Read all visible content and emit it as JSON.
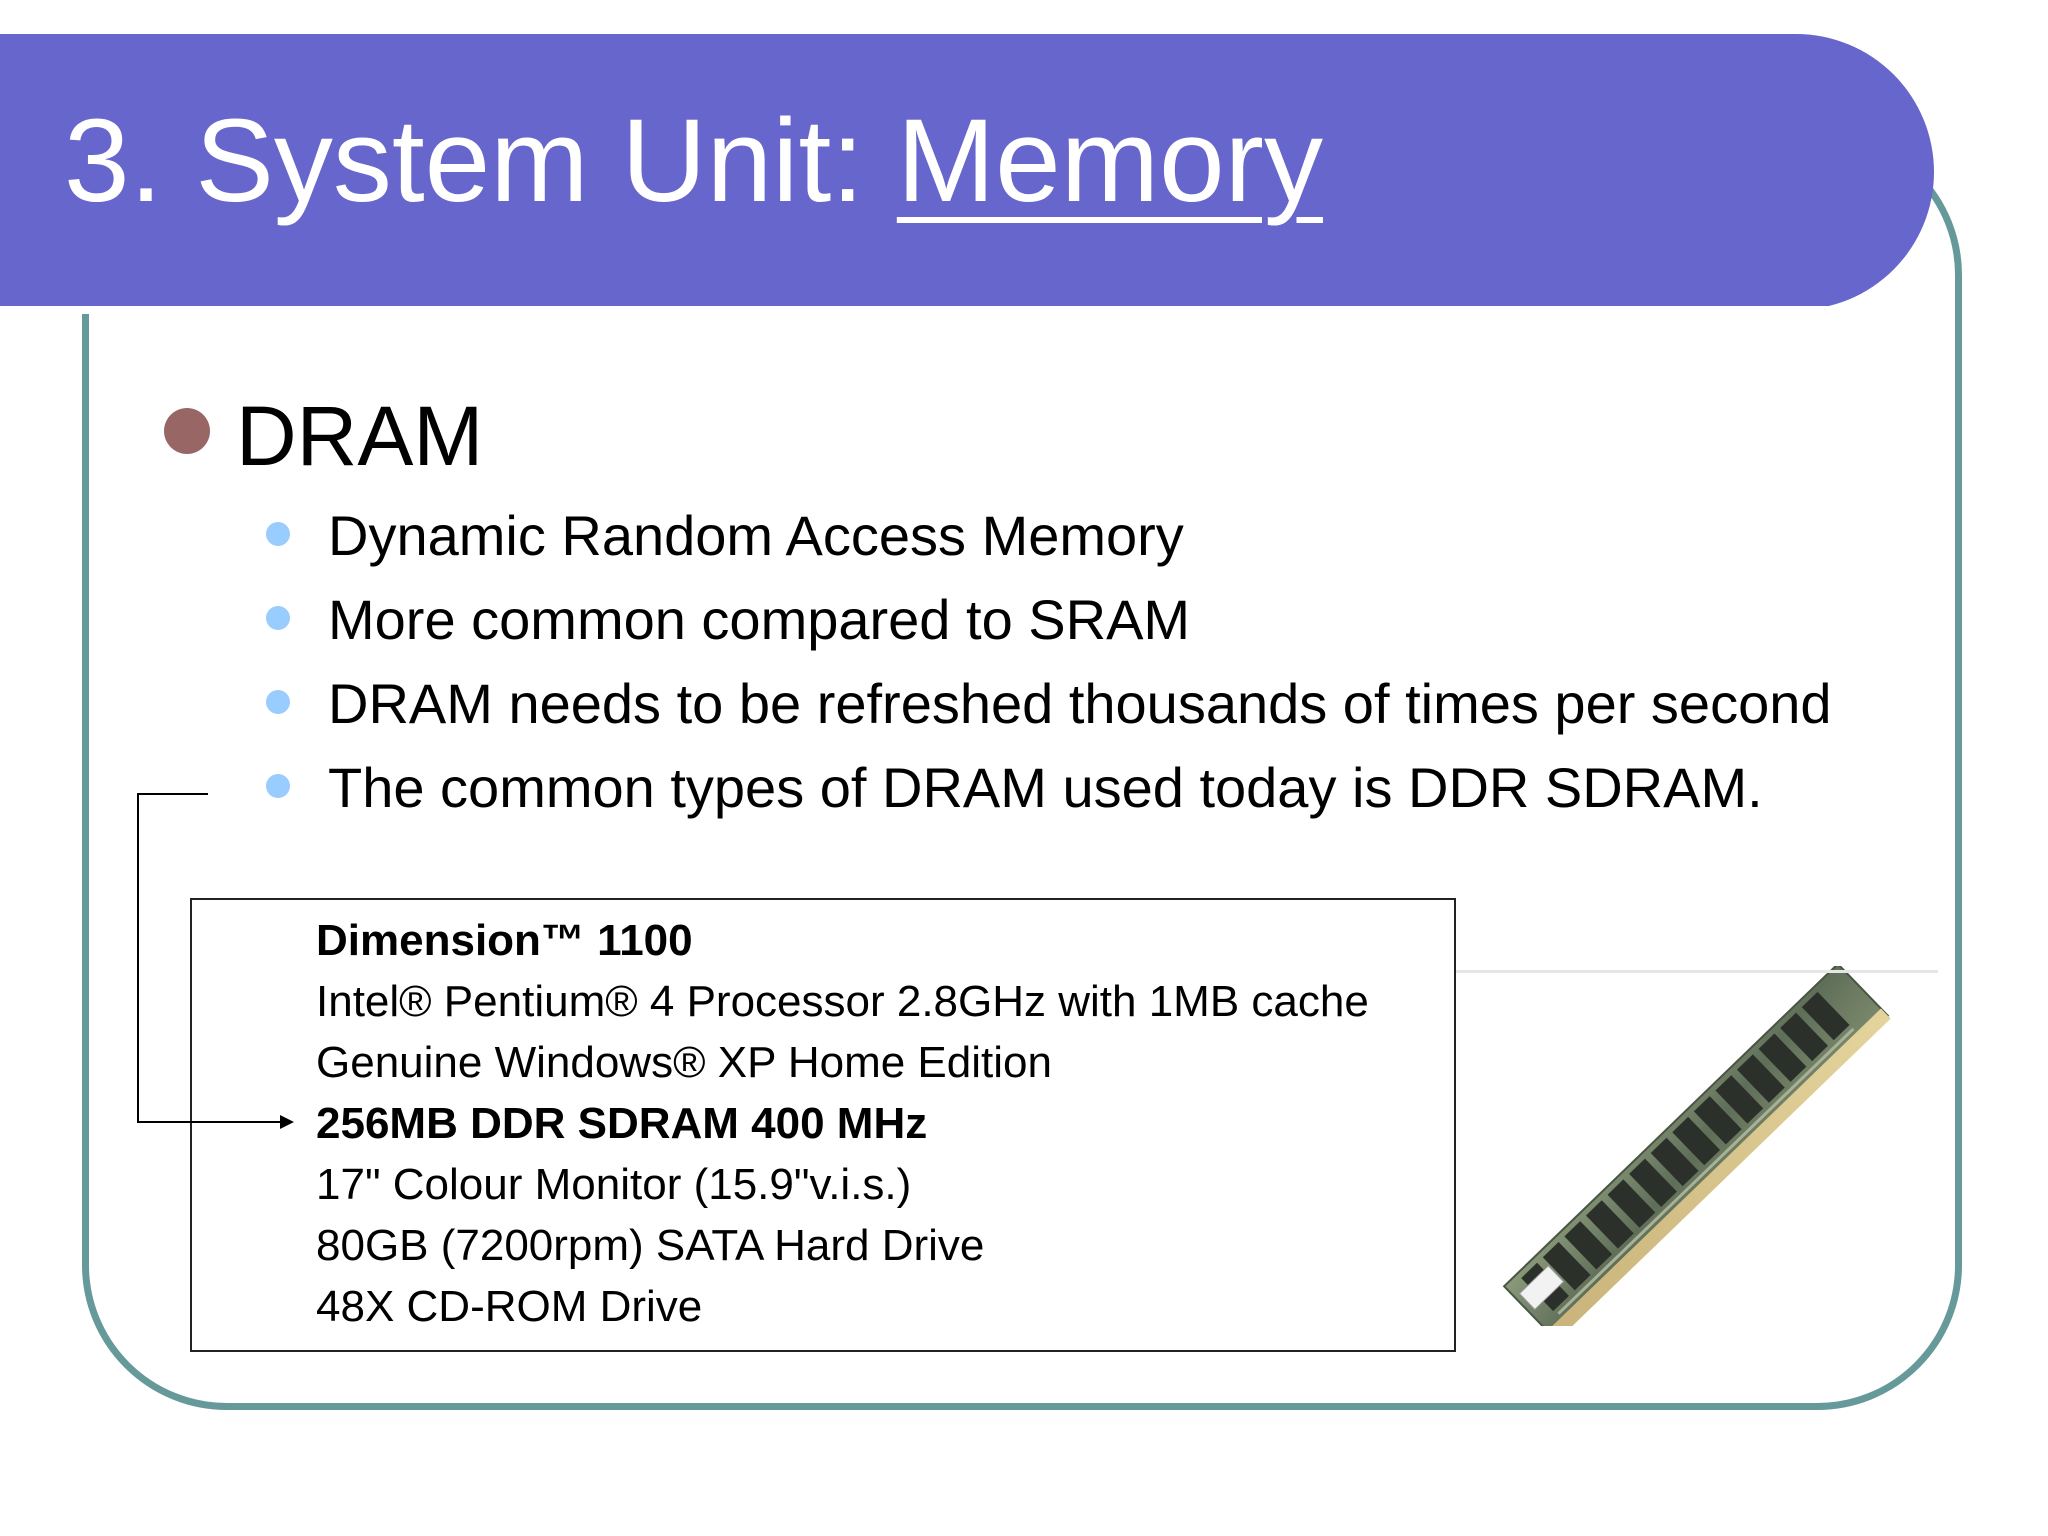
{
  "slide": {
    "title_prefix": "3. System Unit: ",
    "title_underlined": "Memory",
    "heading": "DRAM",
    "bullets": [
      "Dynamic Random Access Memory",
      "More common compared to SRAM",
      "DRAM needs to be refreshed thousands of times per second",
      "The common types of DRAM used today is DDR SDRAM."
    ]
  },
  "spec_box": {
    "lines": [
      {
        "text": "Dimension™ 1100",
        "bold": true
      },
      {
        "text": "Intel® Pentium® 4 Processor 2.8GHz with 1MB cache",
        "bold": false
      },
      {
        "text": "Genuine Windows® XP Home Edition",
        "bold": false
      },
      {
        "text": "256MB DDR SDRAM 400 MHz",
        "bold": true
      },
      {
        "text": "17\" Colour Monitor (15.9\"v.i.s.)",
        "bold": false
      },
      {
        "text": "80GB (7200rpm) SATA Hard Drive",
        "bold": false
      },
      {
        "text": "48X CD-ROM Drive",
        "bold": false
      }
    ]
  },
  "colors": {
    "title_bar": "#6666cc",
    "frame": "#669999",
    "main_bullet": "#996666",
    "sub_bullet": "#99ccff"
  },
  "icons": {
    "image": "ram-module-photo",
    "arrow": "connector-arrow"
  }
}
